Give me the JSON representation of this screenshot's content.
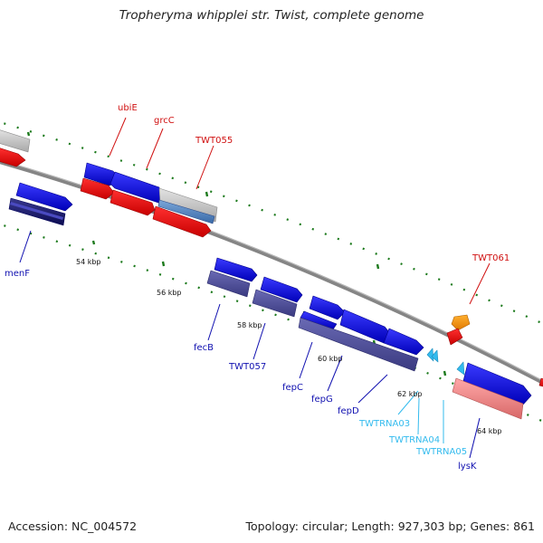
{
  "title": "Tropheryma whipplei str. Twist, complete genome",
  "footer": {
    "accession": "Accession: NC_004572",
    "topology": "Topology: circular; Length: 927,303 bp; Genes: 861"
  },
  "colors": {
    "backbone": "#8a8a8a",
    "tick": "#1c7a1c",
    "gene_forward": "#1010e6",
    "gene_reverse": "#ee1010",
    "rna": "#33bbee",
    "label_red": "#d01010",
    "label_blue": "#1010b0",
    "label_cyan": "#33bbee"
  },
  "scale_labels": [
    "54 kbp",
    "56 kbp",
    "58 kbp",
    "60 kbp",
    "62 kbp",
    "64 kbp"
  ],
  "gene_labels": {
    "ubiE": "ubiE",
    "grcC": "grcC",
    "TWT055": "TWT055",
    "TWT061": "TWT061",
    "menF": "menF",
    "fecB": "fecB",
    "TWT057": "TWT057",
    "fepC": "fepC",
    "fepG": "fepG",
    "fepD": "fepD",
    "TWTRNA03": "TWTRNA03",
    "TWTRNA04": "TWTRNA04",
    "TWTRNA05": "TWTRNA05",
    "lysK": "lysK"
  }
}
